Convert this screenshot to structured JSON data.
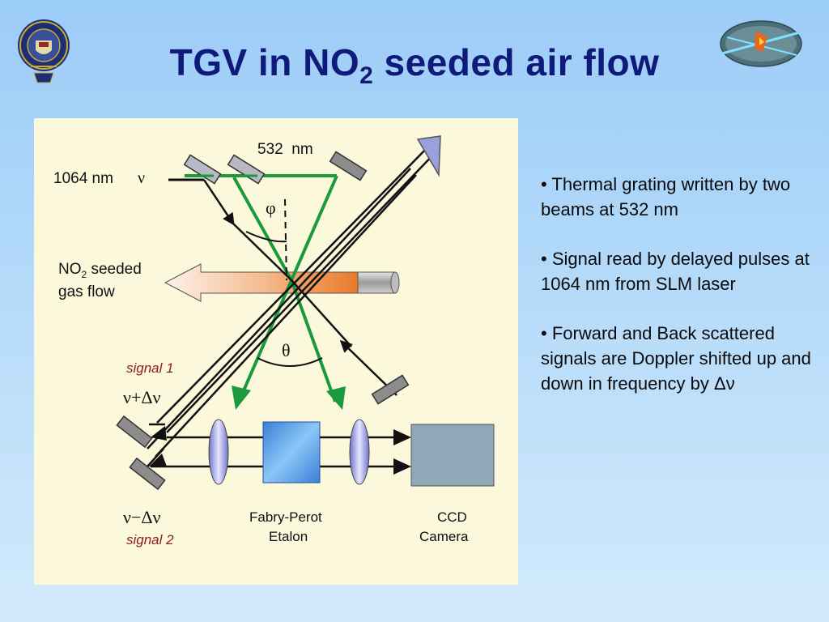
{
  "slide": {
    "title_main": "TGV in NO",
    "title_sub": "2",
    "title_tail": " seeded air flow"
  },
  "figure": {
    "wavelength_532": "532  nm",
    "wavelength_1064": "1064 nm",
    "nu": "ν",
    "phi": "φ",
    "theta": "θ",
    "gas_line1_pre": "NO",
    "gas_line1_sub": "2",
    "gas_line1_post": " seeded",
    "gas_line2": "gas flow",
    "signal1": "signal 1",
    "signal2": "signal 2",
    "nu_plus": "ν+Δν",
    "nu_minus": "ν−Δν",
    "fp_line1": "Fabry-Perot",
    "fp_line2": "Etalon",
    "ccd_line1": "CCD",
    "ccd_line2": "Camera"
  },
  "bullets": [
    "• Thermal grating written by two beams at 532 nm",
    "• Signal read by delayed pulses at 1064 nm from SLM laser",
    "• Forward and Back scattered signals are Doppler shifted up and down in frequency by Δν"
  ],
  "colors": {
    "title": "#0f1a7a",
    "green_beam": "#1a9a3c",
    "panel_bg": "#fbf8dc"
  }
}
